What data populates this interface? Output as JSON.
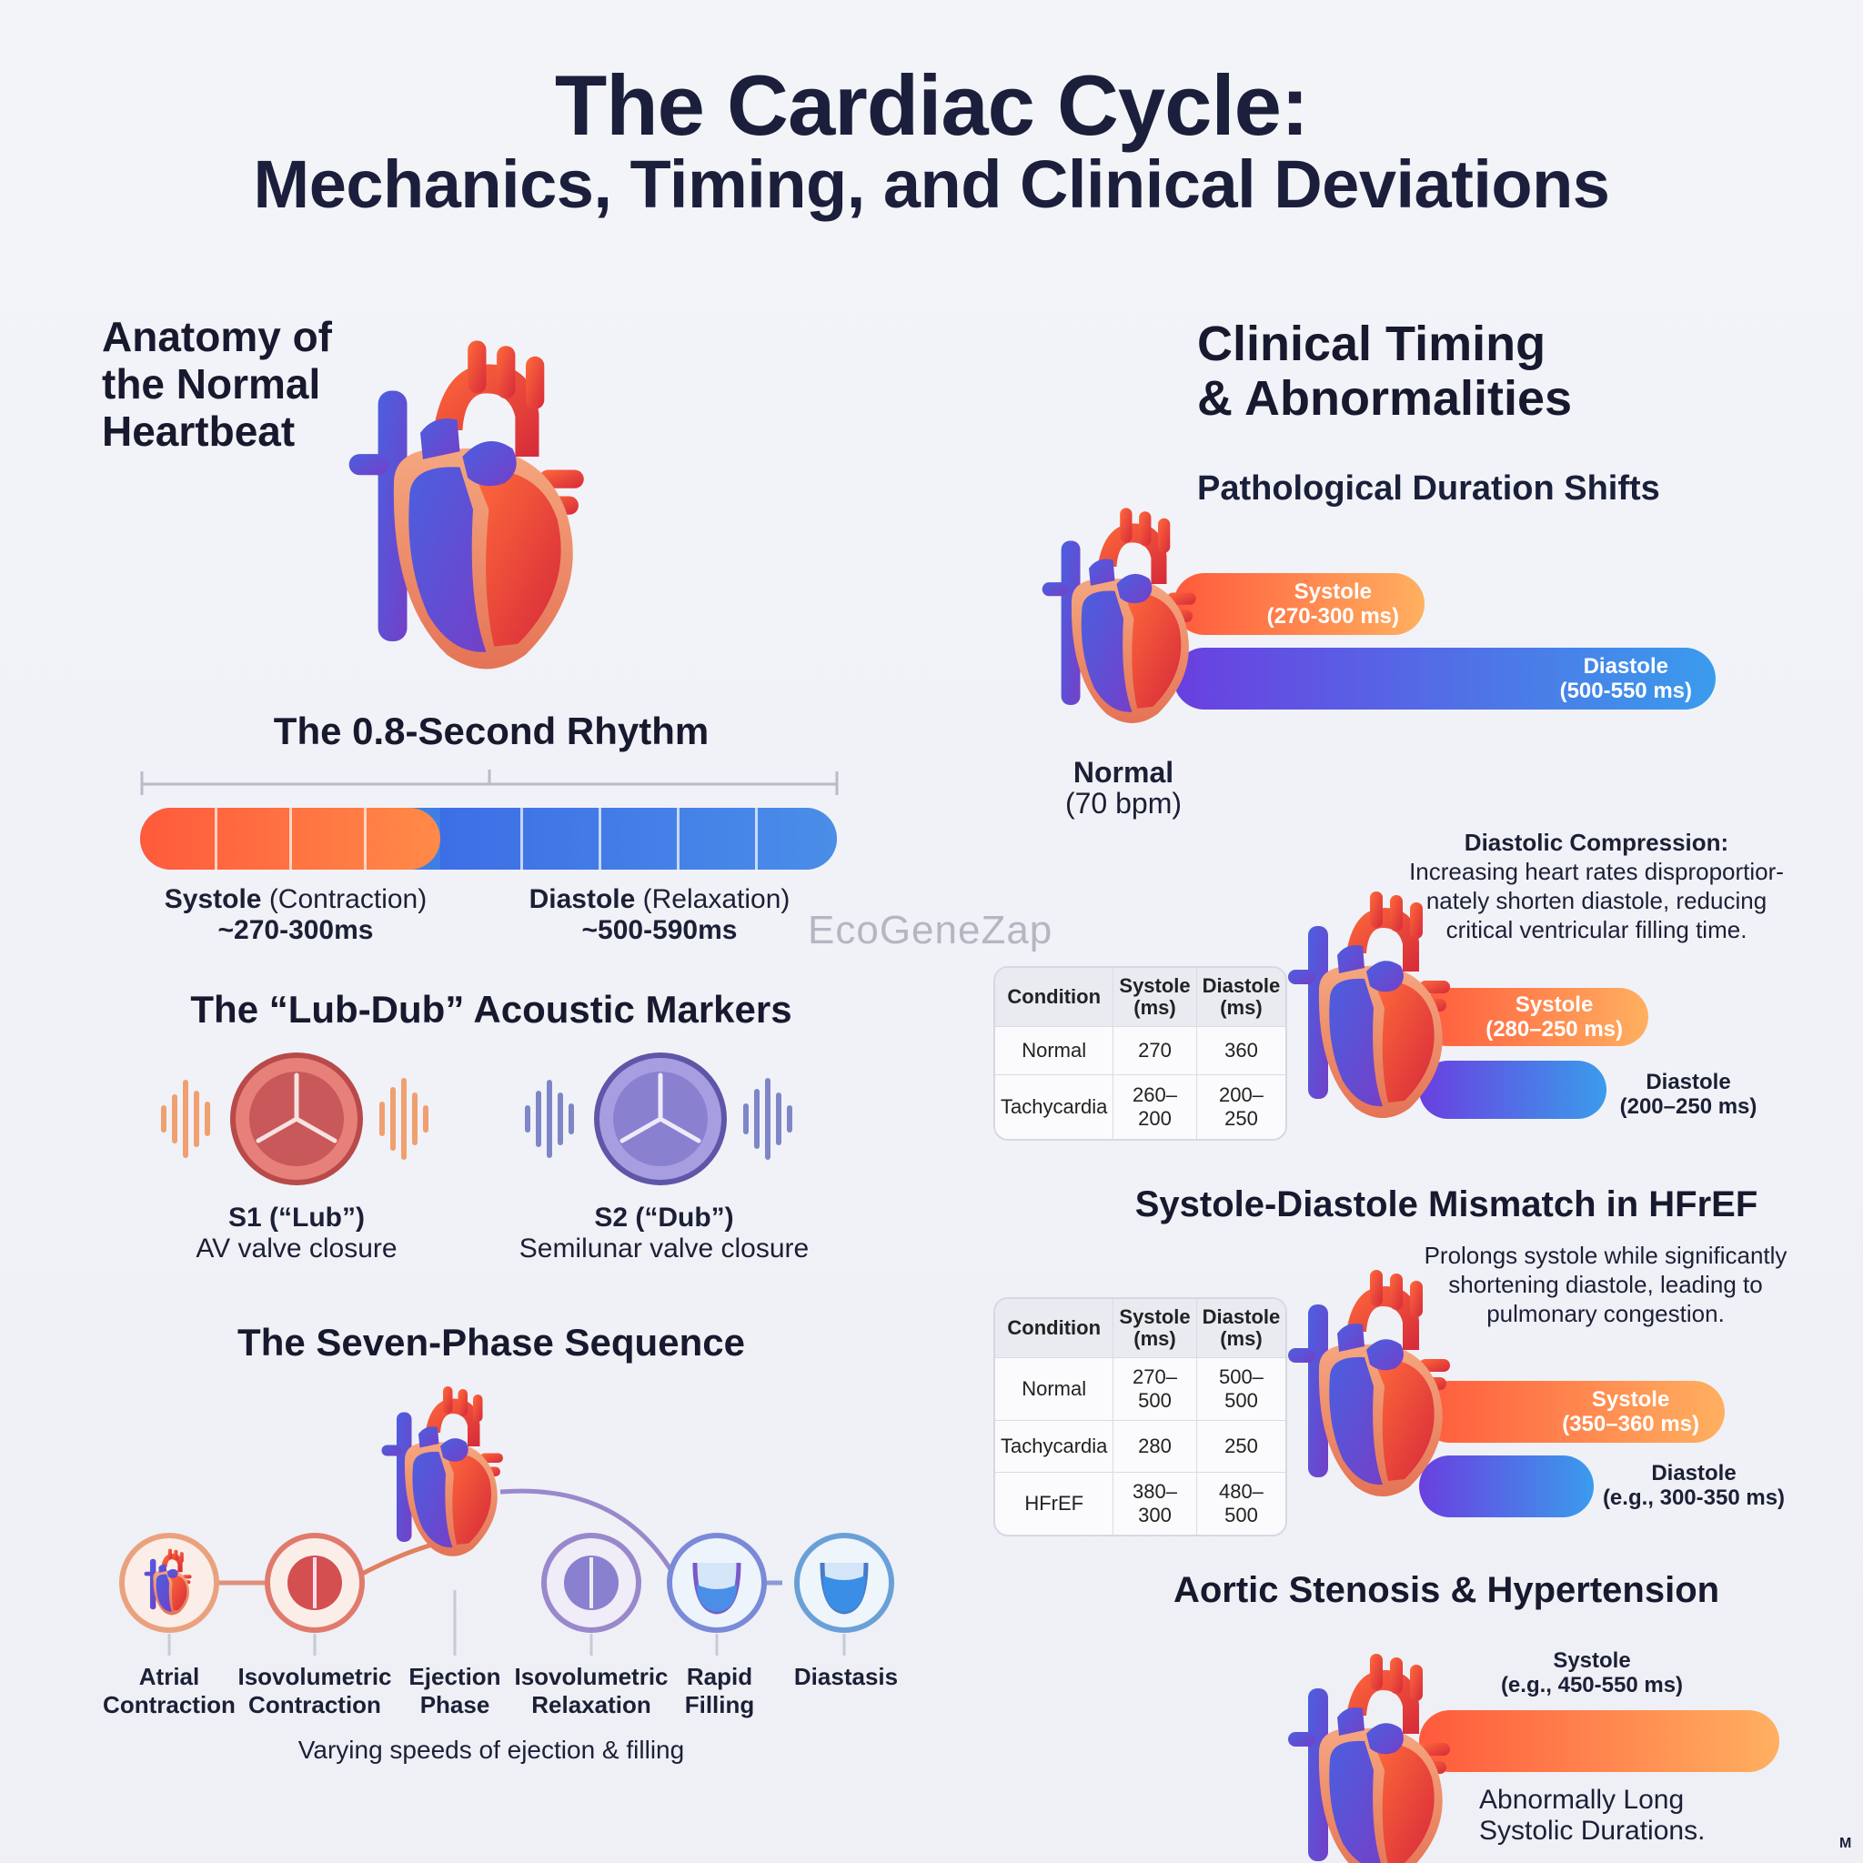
{
  "title": "The Cardiac Cycle:",
  "subtitle": "Mechanics, Timing, and Clinical Deviations",
  "watermark": "EcoGeneZap",
  "corner_mark": "M",
  "left": {
    "anatomy_title_lines": [
      "Anatomy of",
      "the Normal",
      "Heartbeat"
    ],
    "rhythm": {
      "title": "The 0.8-Second Rhythm",
      "systole_bold": "Systole",
      "systole_rest": " (Contraction)",
      "systole_time": "~270-300ms",
      "diastole_bold": "Diastole",
      "diastole_rest": " (Relaxation)",
      "diastole_time": "~500-590ms",
      "segments_systole": 4,
      "segments_diastole": 5
    },
    "acoustic": {
      "title": "The “Lub-Dub” Acoustic Markers",
      "s1_name": "S1 (“Lub”)",
      "s1_desc": "AV valve closure",
      "s2_name": "S2 (“Dub”)",
      "s2_desc": "Semilunar valve closure"
    },
    "phases": {
      "title": "The Seven-Phase Sequence",
      "items": [
        {
          "line1": "Atrial",
          "line2": "Contraction"
        },
        {
          "line1": "Isovolumetric",
          "line2": "Contraction"
        },
        {
          "line1": "Ejection",
          "line2": "Phase"
        },
        {
          "line1": "Isovolumetric",
          "line2": "Relaxation"
        },
        {
          "line1": "Rapid",
          "line2": "Filling"
        },
        {
          "line1": "Diastasis",
          "line2": ""
        }
      ],
      "caption": "Varying speeds of ejection & filling"
    }
  },
  "right": {
    "title_lines": [
      "Clinical Timing",
      "& Abnormalities"
    ],
    "shifts_title": "Pathological Duration Shifts",
    "normal": {
      "systole_line1": "Systole",
      "systole_line2": "(270-300 ms)",
      "diastole_line1": "Diastole",
      "diastole_line2": "(500-550 ms)",
      "label": "Normal",
      "rate": "(70 bpm)"
    },
    "compression": {
      "heading": "Diastolic Compression:",
      "text_lines": [
        "Increasing heart rates disproportior-",
        "nately shorten diastole, reducing",
        "critical ventricular filling time."
      ],
      "systole_line1": "Systole",
      "systole_line2": "(280–250 ms)",
      "diastole_line1": "Diastole",
      "diastole_line2": "(200–250 ms)",
      "table": {
        "headers": [
          "Condition",
          "Systole\n(ms)",
          "Diastole\n(ms)"
        ],
        "rows": [
          [
            "Normal",
            "270",
            "360"
          ],
          [
            "Tachycardia",
            "260–\n200",
            "200–\n250"
          ]
        ]
      }
    },
    "hfref": {
      "title": "Systole-Diastole Mismatch in HFrEF",
      "text_lines": [
        "Prolongs systole while significantly",
        "shortening diastole, leading to",
        "pulmonary congestion."
      ],
      "systole_line1": "Systole",
      "systole_line2": "(350–360 ms)",
      "diastole_line1": "Diastole",
      "diastole_line2": "(e.g., 300-350 ms)",
      "table": {
        "headers": [
          "Condition",
          "Systole\n(ms)",
          "Diastole\n(ms)"
        ],
        "rows": [
          [
            "Normal",
            "270–\n500",
            "500–\n500"
          ],
          [
            "Tachycardia",
            "280",
            "250"
          ],
          [
            "HFrEF",
            "380–\n300",
            "480–\n500"
          ]
        ]
      }
    },
    "aortic": {
      "title": "Aortic Stenosis & Hypertension",
      "systole_line1": "Systole",
      "systole_line2": "(e.g., 450-550 ms)",
      "note_lines": [
        "Abnormally Long",
        "Systolic Durations."
      ]
    }
  },
  "colors": {
    "systole_start": "#ff5a3c",
    "systole_end": "#ffb060",
    "diastole_start": "#6a3fe0",
    "diastole_end": "#3a9cec",
    "heading": "#1b1f3b"
  },
  "icons": [
    "heart-icon",
    "valve-icon",
    "sound-wave-icon",
    "ventricle-cup-icon"
  ]
}
